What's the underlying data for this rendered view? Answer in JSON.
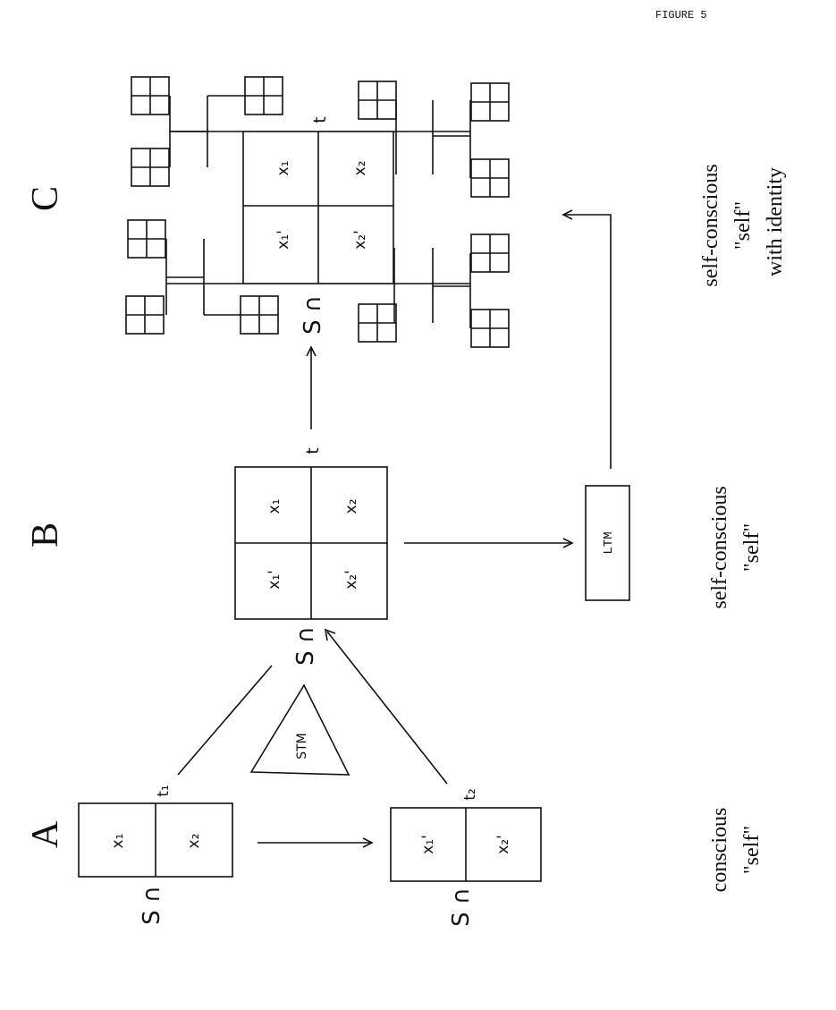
{
  "figure_label": "FIGURE 5",
  "panels": {
    "A": {
      "letter": "A",
      "caption_line1": "conscious",
      "caption_line2": "\"self\"",
      "box_top": {
        "cell1": "x₁",
        "cell2": "x₂",
        "time": "t₁",
        "set": "S ∩"
      },
      "box_bottom": {
        "cell1": "x₁'",
        "cell2": "x₂'",
        "time": "t₂",
        "set": "S ∩"
      },
      "stm_label": "STM"
    },
    "B": {
      "letter": "B",
      "caption_line1": "self-conscious",
      "caption_line2": "\"self\"",
      "grid": {
        "c11": "x₁",
        "c12": "x₂",
        "c21": "x₁'",
        "c22": "x₂'"
      },
      "time": "t",
      "set": "S ∩",
      "ltm_label": "LTM"
    },
    "C": {
      "letter": "C",
      "caption_line1": "self-conscious",
      "caption_line2": "\"self\"",
      "caption_line3": "with identity",
      "grid": {
        "c11": "x₁",
        "c12": "x₂",
        "c21": "x₁'",
        "c22": "x₂'"
      },
      "time": "t",
      "set": "S ∩"
    }
  }
}
